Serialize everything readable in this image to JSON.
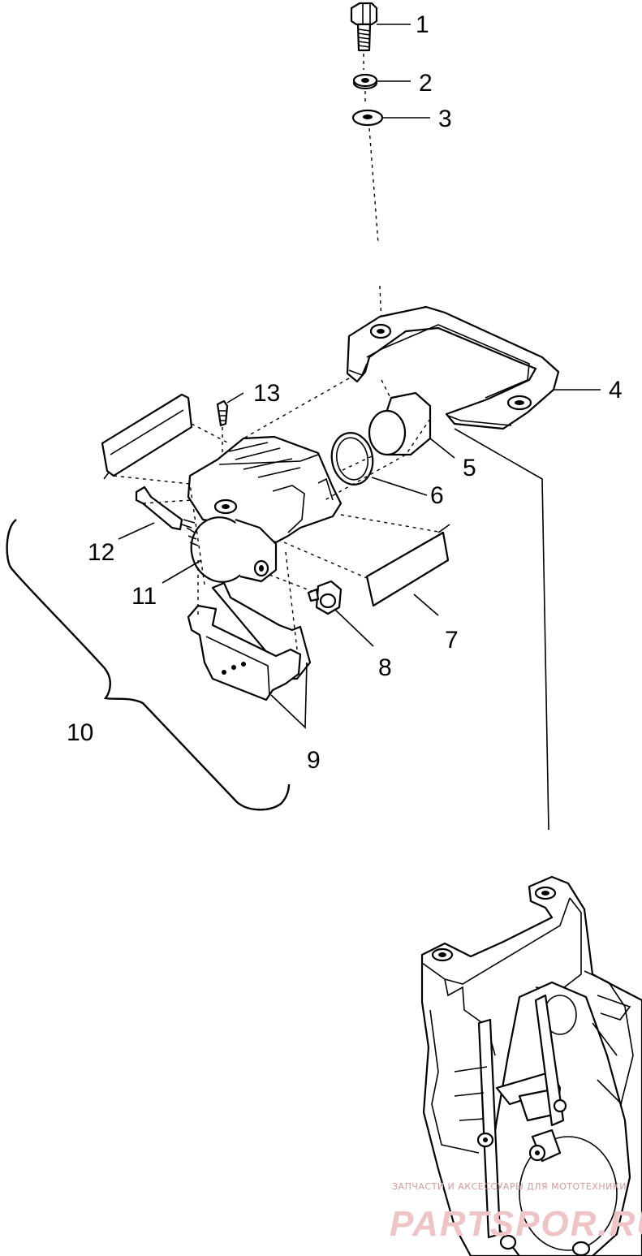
{
  "diagram": {
    "callouts": [
      {
        "id": "c1",
        "label": "1"
      },
      {
        "id": "c2",
        "label": "2"
      },
      {
        "id": "c3",
        "label": "3"
      },
      {
        "id": "c4",
        "label": "4"
      },
      {
        "id": "c5",
        "label": "5"
      },
      {
        "id": "c6",
        "label": "6"
      },
      {
        "id": "c7",
        "label": "7"
      },
      {
        "id": "c8",
        "label": "8"
      },
      {
        "id": "c9",
        "label": "9"
      },
      {
        "id": "c10",
        "label": "10"
      },
      {
        "id": "c11",
        "label": "11"
      },
      {
        "id": "c12",
        "label": "12"
      },
      {
        "id": "c13",
        "label": "13"
      }
    ]
  },
  "watermark": {
    "tagline": "ЗАПЧАСТИ И АКСЕССУАРЫ ДЛЯ МОТОТЕХНИКИ",
    "brand": "PARTSPOR.RU"
  }
}
